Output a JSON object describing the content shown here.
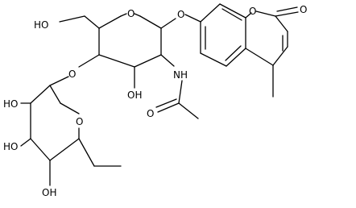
{
  "labels": {
    "ho_ch2": "HO",
    "o_glc_ring": "O",
    "o_glyco_aryl": "O",
    "o_lactone_ring": "O",
    "o_carbonyl": "O",
    "o_glyco_fuc": "O",
    "ho_c3": "OH",
    "nh": "NH",
    "o_amide": "O",
    "ho_fuc_a": "HO",
    "o_fuc_ring": "O",
    "ho_fuc_b": "HO",
    "oh_fuc_c": "OH"
  }
}
